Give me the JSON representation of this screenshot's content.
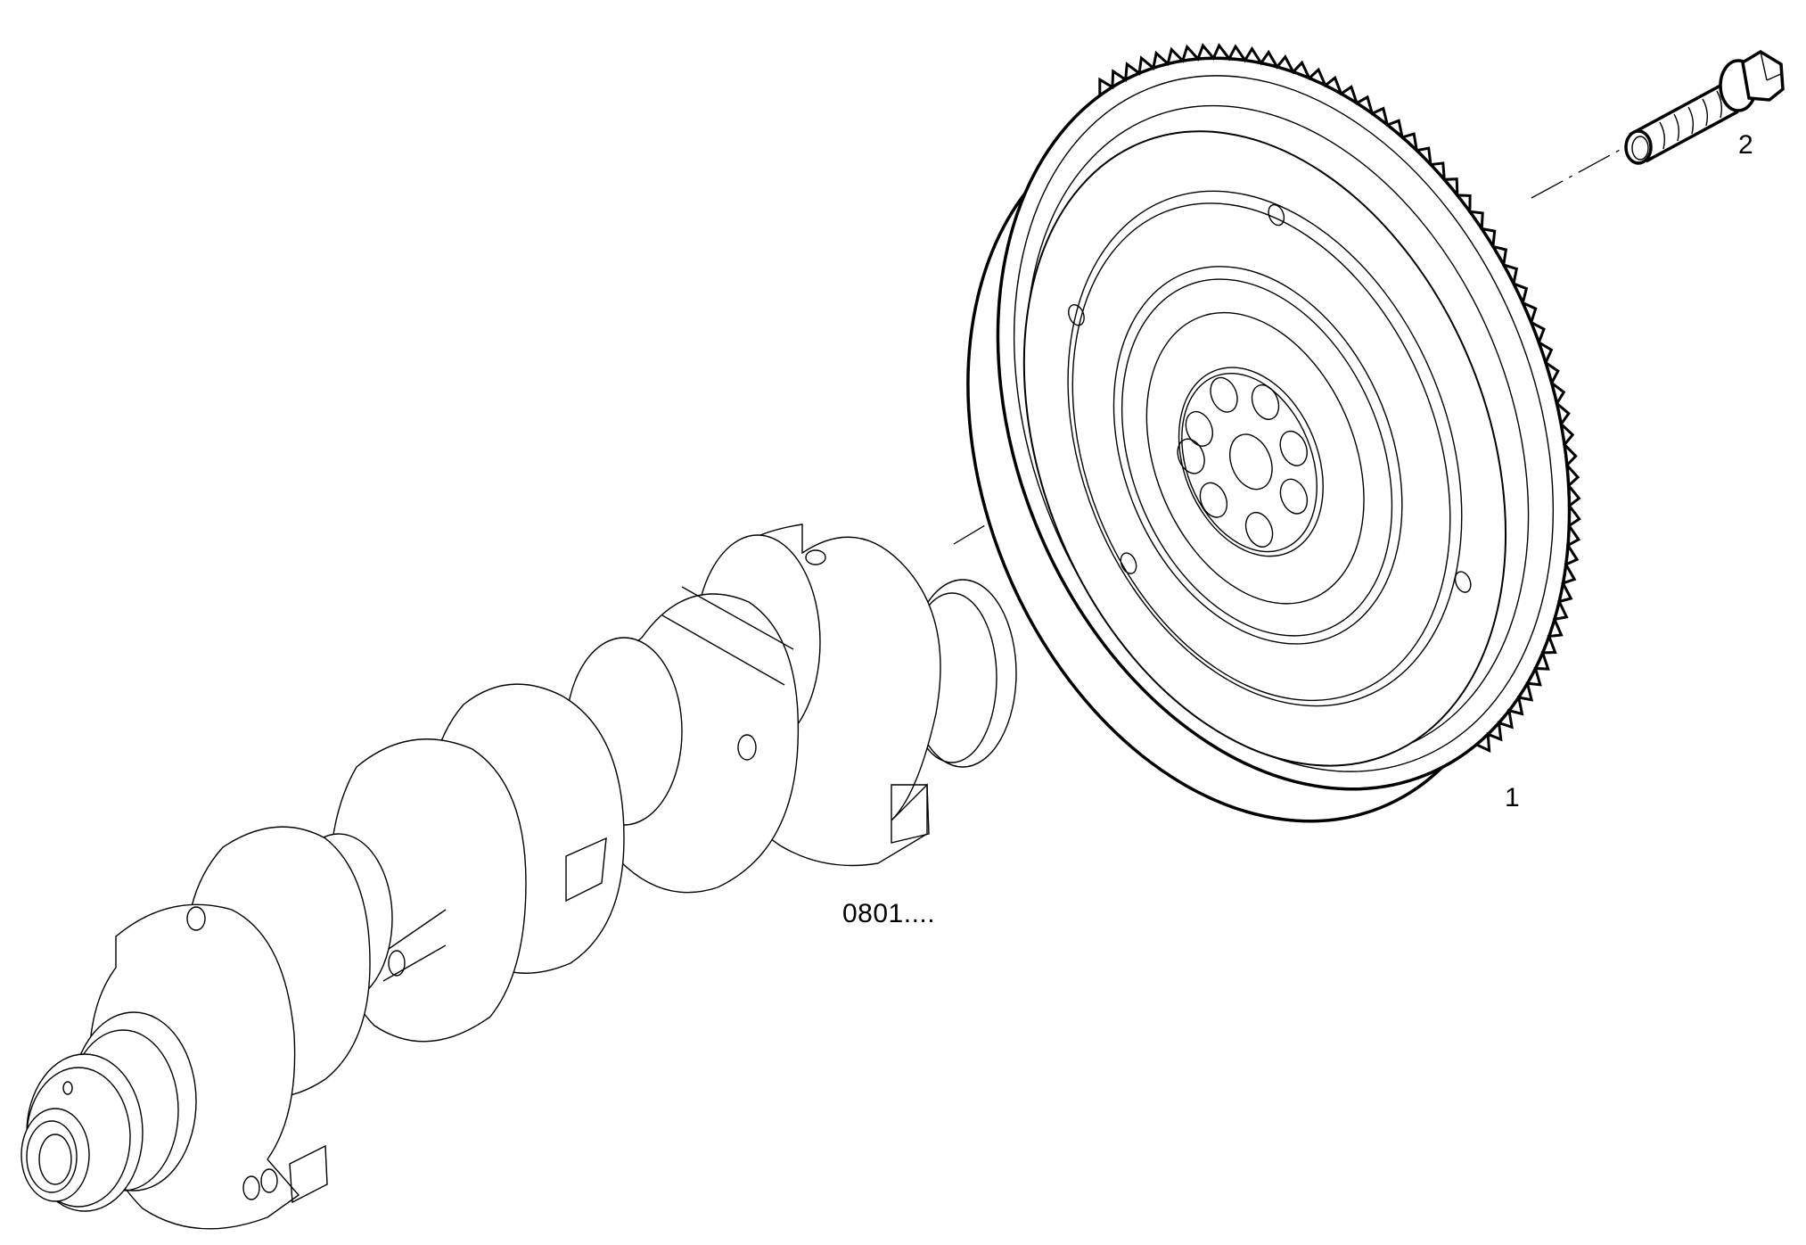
{
  "diagram": {
    "type": "exploded-parts-view",
    "background": "#ffffff",
    "line_color": "#000000",
    "parts": [
      {
        "id": "flywheel",
        "callout": "1",
        "name": "Flywheel with ring gear"
      },
      {
        "id": "bolt",
        "callout": "2",
        "name": "Flywheel bolt"
      },
      {
        "id": "crankshaft",
        "callout": "0801....",
        "name": "Crankshaft (reference group)"
      }
    ],
    "callouts": {
      "flywheel": "1",
      "bolt": "2",
      "crankshaft_ref": "0801...."
    }
  }
}
